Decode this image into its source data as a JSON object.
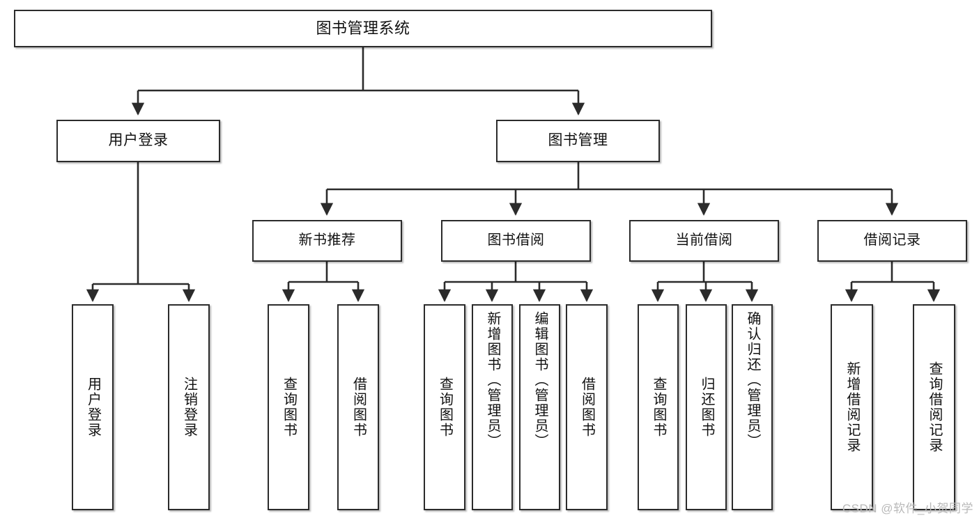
{
  "diagram": {
    "title_node": {
      "label": "图书管理系统"
    },
    "level2": [
      {
        "id": "user-login",
        "label": "用户登录"
      },
      {
        "id": "book-management",
        "label": "图书管理"
      }
    ],
    "level3": [
      {
        "id": "new-book-recommend",
        "label": "新书推荐"
      },
      {
        "id": "book-borrow",
        "label": "图书借阅"
      },
      {
        "id": "current-borrow",
        "label": "当前借阅"
      },
      {
        "id": "borrow-record",
        "label": "借阅记录"
      }
    ],
    "leaves": [
      {
        "id": "leaf-user-login",
        "label": "用户登录",
        "parent": "user-login"
      },
      {
        "id": "leaf-user-logout",
        "label": "注销登录",
        "parent": "user-login"
      },
      {
        "id": "leaf-query-book-1",
        "label": "查询图书",
        "parent": "new-book-recommend"
      },
      {
        "id": "leaf-borrow-book-1",
        "label": "借阅图书",
        "parent": "new-book-recommend"
      },
      {
        "id": "leaf-query-book-2",
        "label": "查询图书",
        "parent": "book-borrow"
      },
      {
        "id": "leaf-add-book",
        "label": "新增图书（管理员）",
        "parent": "book-borrow"
      },
      {
        "id": "leaf-edit-book",
        "label": "编辑图书（管理员）",
        "parent": "book-borrow"
      },
      {
        "id": "leaf-borrow-book-2",
        "label": "借阅图书",
        "parent": "book-borrow"
      },
      {
        "id": "leaf-query-book-3",
        "label": "查询图书",
        "parent": "current-borrow"
      },
      {
        "id": "leaf-return-book",
        "label": "归还图书",
        "parent": "current-borrow"
      },
      {
        "id": "leaf-confirm-return",
        "label": "确认归还（管理员）",
        "parent": "current-borrow"
      },
      {
        "id": "leaf-add-record",
        "label": "新增借阅记录",
        "parent": "borrow-record"
      },
      {
        "id": "leaf-query-record",
        "label": "查询借阅记录",
        "parent": "borrow-record"
      }
    ],
    "watermark": "CSDN @软件_小贺同学",
    "colors": {
      "border": "#2b2b2b",
      "background": "#ffffff",
      "text": "#111111",
      "watermark": "#b9b9b9"
    }
  }
}
